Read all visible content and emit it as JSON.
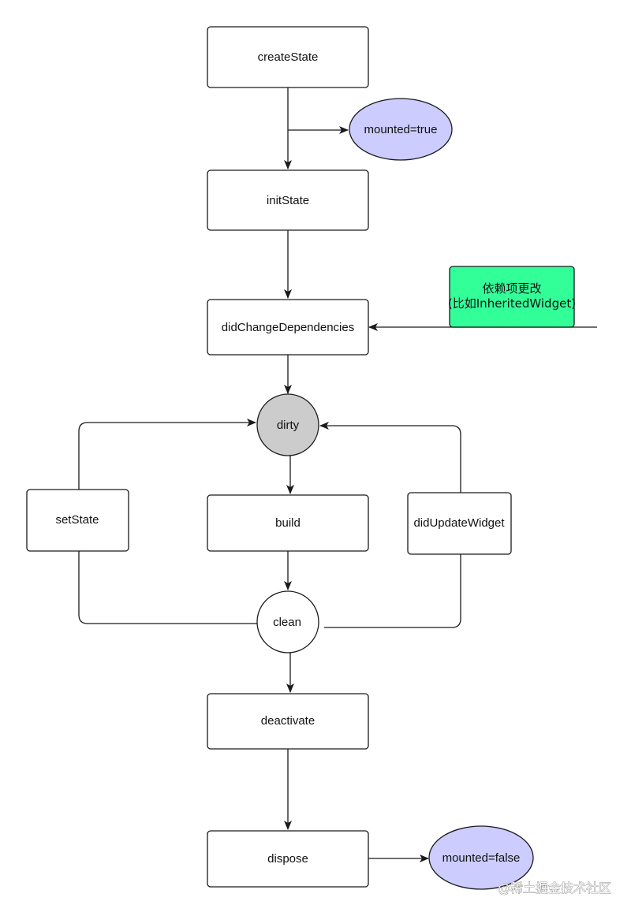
{
  "nodes": {
    "create_state": "createState",
    "mounted_true": "mounted=true",
    "init_state": "initState",
    "dependency_change": {
      "line1": "依赖项更改",
      "line2": "(比如InheritedWidget)"
    },
    "did_change_dependencies": "didChangeDependencies",
    "dirty": "dirty",
    "set_state": "setState",
    "build": "build",
    "did_update_widget": "didUpdateWidget",
    "clean": "clean",
    "deactivate": "deactivate",
    "dispose": "dispose",
    "mounted_false": "mounted=false"
  },
  "colors": {
    "process_fill": "#ffffff",
    "ellipse_fill": "#ccccff",
    "dependency_fill": "#33ff99",
    "dirty_fill": "#cccccc",
    "clean_fill": "#ffffff",
    "stroke": "#1a1a1a"
  },
  "watermark": "@稀土掘金技术社区"
}
